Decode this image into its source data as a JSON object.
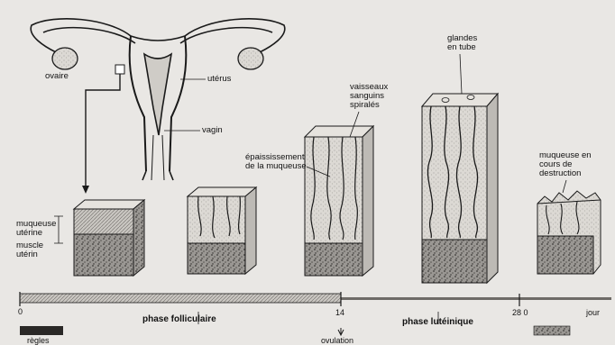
{
  "anatomy": {
    "ovary_label": "ovaire",
    "uterus_label": "utérus",
    "vagina_label": "vagin"
  },
  "tissue_labels": {
    "mucosa_left": "muqueuse\nutérine",
    "muscle_left": "muscle\nutérin",
    "thickening": "épaississement\nde la muqueuse",
    "spiral_vessels": "vaisseaux\nsanguins\nspiralés",
    "tubular_glands": "glandes\nen tube",
    "destruction": "muqueuse en\ncours de\ndestruction"
  },
  "timeline": {
    "start": "0",
    "ovulation_day": "14",
    "end_day": "28 0",
    "unit": "jour",
    "follicular_phase": "phase folliculaire",
    "luteal_phase": "phase lutéinique",
    "ovulation": "ovulation",
    "rules": "règles"
  },
  "colors": {
    "ink": "#1a1a1a",
    "paper": "#e9e7e4",
    "tissue_light": "#d9d6d1",
    "tissue_dark": "#8d8a86"
  }
}
